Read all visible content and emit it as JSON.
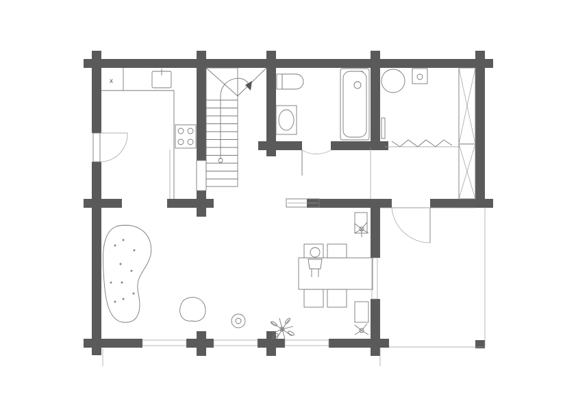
{
  "diagram": {
    "type": "floor-plan",
    "wall_color": "#5a5a5a",
    "line_color": "#777777",
    "printed_text": {
      "kitchen_marker": "x"
    },
    "rooms": [
      "stairwell",
      "kitchen",
      "bathroom",
      "toilet-utility",
      "hall",
      "living-dining",
      "porch"
    ],
    "icons": [
      "plant-icon",
      "chair-icon",
      "sink-icon",
      "toilet-icon",
      "bathtub-icon",
      "stove-icon"
    ]
  }
}
